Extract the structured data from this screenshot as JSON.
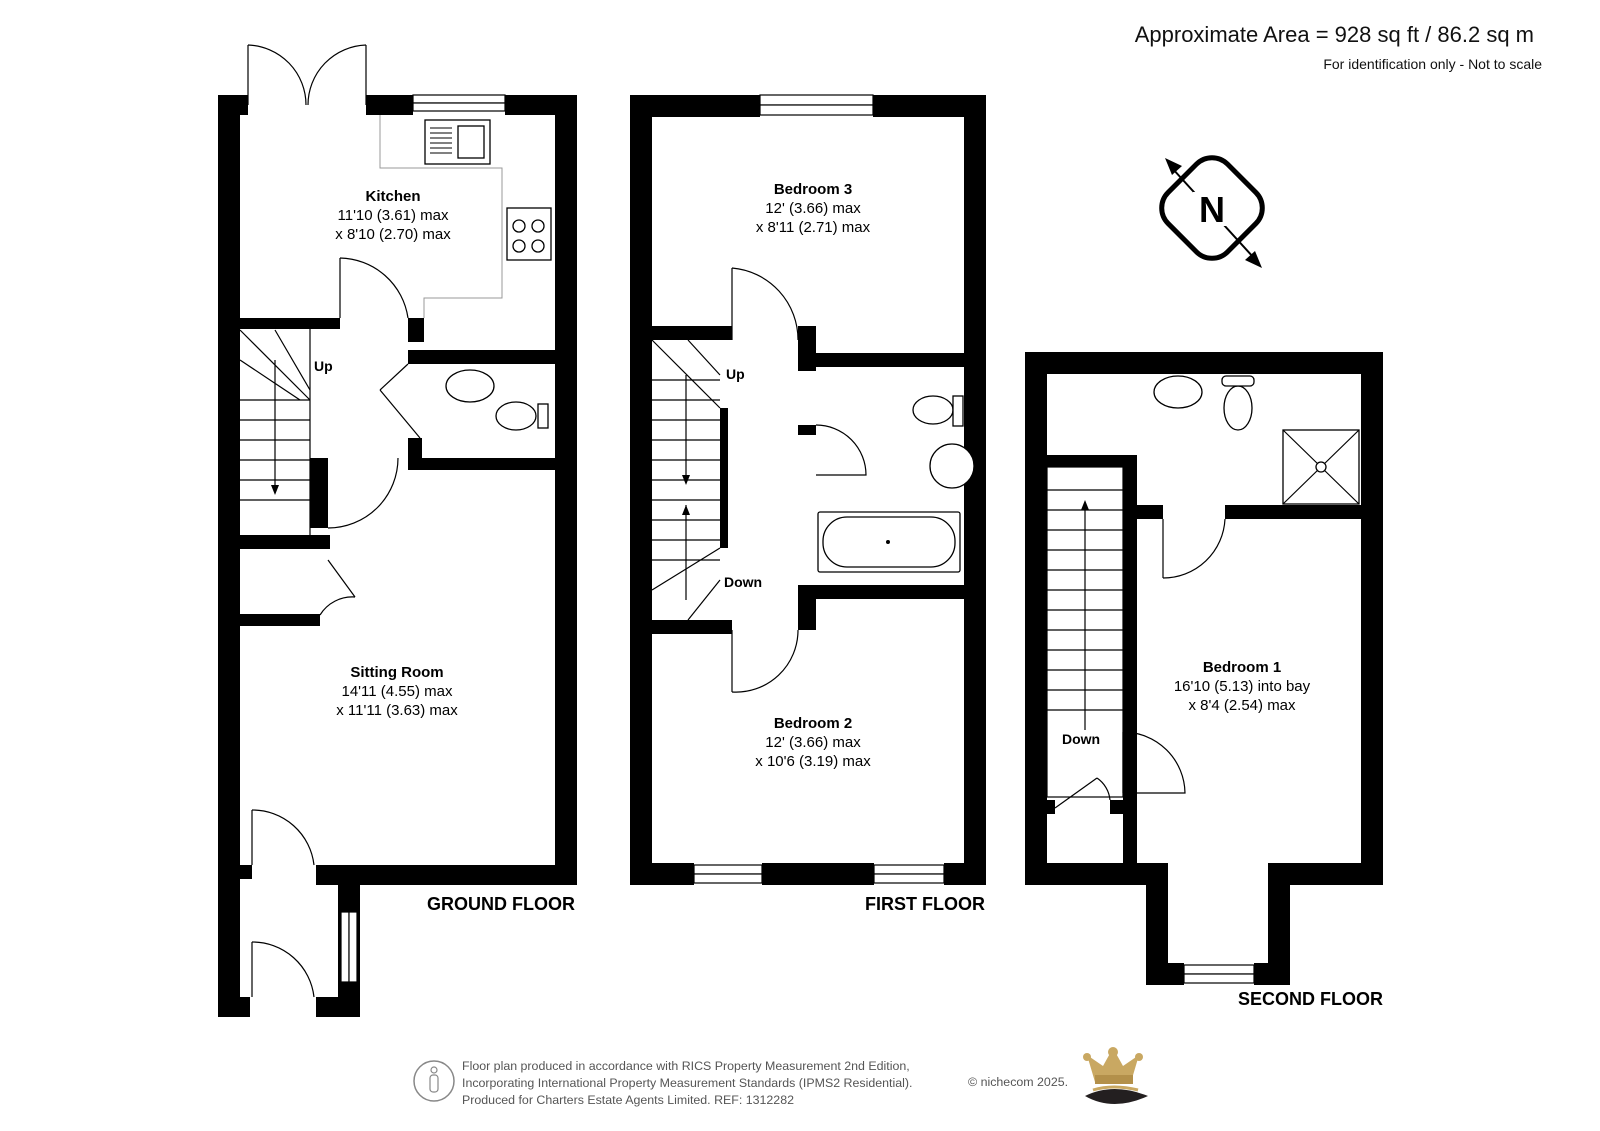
{
  "header": {
    "approx_area": "Approximate Area = 928 sq ft / 86.2 sq m",
    "note": "For identification only - Not to scale"
  },
  "compass": {
    "label": "N"
  },
  "floors": [
    {
      "name": "GROUND FLOOR"
    },
    {
      "name": "FIRST FLOOR"
    },
    {
      "name": "SECOND FLOOR"
    }
  ],
  "rooms": {
    "kitchen": {
      "name": "Kitchen",
      "dim1": "11'10 (3.61) max",
      "dim2": "x 8'10 (2.70) max"
    },
    "sitting_room": {
      "name": "Sitting Room",
      "dim1": "14'11 (4.55) max",
      "dim2": "x 11'11 (3.63) max"
    },
    "bedroom3": {
      "name": "Bedroom 3",
      "dim1": "12' (3.66) max",
      "dim2": "x 8'11 (2.71) max"
    },
    "bedroom2": {
      "name": "Bedroom 2",
      "dim1": "12' (3.66) max",
      "dim2": "x 10'6 (3.19) max"
    },
    "bedroom1": {
      "name": "Bedroom 1",
      "dim1": "16'10 (5.13) into bay",
      "dim2": "x 8'4 (2.54) max"
    }
  },
  "stairs": {
    "ground_up": "Up",
    "first_up": "Up",
    "first_down": "Down",
    "second_down": "Down"
  },
  "footer": {
    "line1": "Floor plan produced in accordance with RICS Property Measurement 2nd Edition,",
    "line2": "Incorporating International Property Measurement Standards (IPMS2 Residential).",
    "line3": "Produced for Charters Estate Agents Limited.   REF: 1312282",
    "copyright": "© nichecom 2025."
  }
}
